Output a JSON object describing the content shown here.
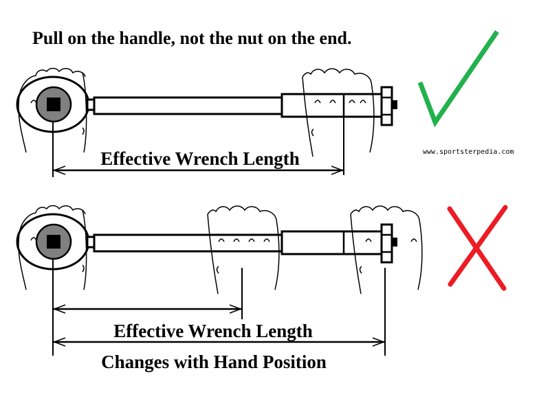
{
  "title": "Pull on the handle, not the nut on the end.",
  "correct": {
    "label": "Effective Wrench Length",
    "mark_icon": "check",
    "mark_color": "#22b14c"
  },
  "incorrect": {
    "label": "Effective Wrench Length",
    "label2": "Changes with Hand Position",
    "mark_icon": "cross",
    "mark_color": "#ed1c24"
  },
  "watermark": "www.sportsterpedia.com"
}
